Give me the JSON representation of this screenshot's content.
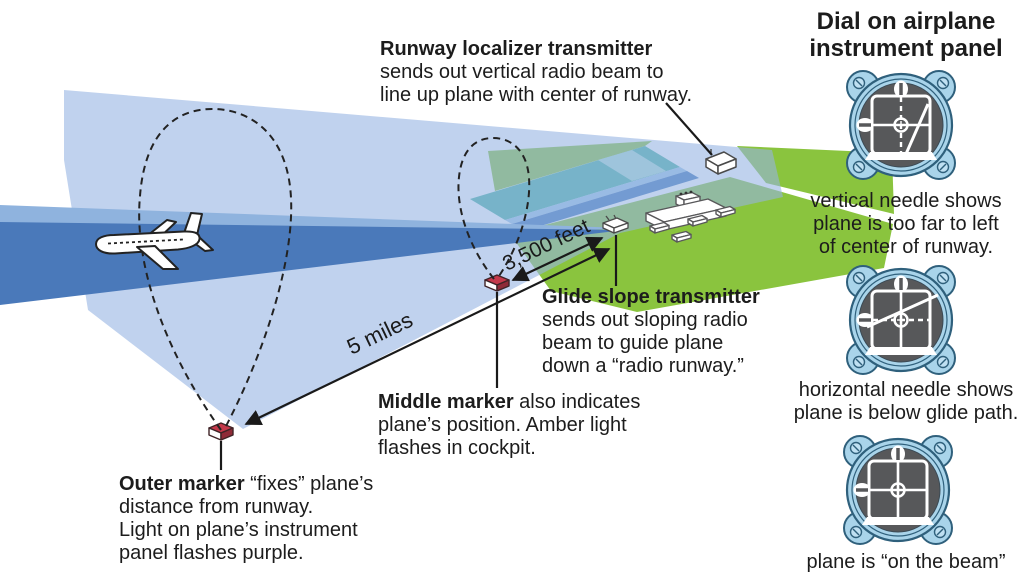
{
  "colors": {
    "beam_light": "#c9daf0",
    "beam_medium": "#8fb3de",
    "beam_dark": "#4a79ba",
    "grass_green": "#8ac43e",
    "runway_teal": "#49b2a2",
    "runway_blue": "#4076ba",
    "marker_red": "#c4394a",
    "dial_bezel_blue": "#a9d4ea",
    "dial_face_gray": "#57585a",
    "text": "#1c1c1c"
  },
  "icons": {
    "airplane": "airplane-side-view",
    "outer_marker": "red-marker-box",
    "middle_marker": "red-marker-box",
    "localizer_transmitter": "white-transmitter-box",
    "glide_slope_transmitter": "white-transmitter-box",
    "dials": "cockpit-instrument-dial"
  },
  "annotations": {
    "localizer": {
      "title": "Runway localizer transmitter",
      "line2": "sends out vertical radio beam to",
      "line3": "line up plane with center of runway."
    },
    "glide_slope": {
      "title": "Glide slope transmitter",
      "line2": "sends out sloping radio",
      "line3": "beam to guide plane",
      "line4": "down a “radio runway.”"
    },
    "middle_marker": {
      "title": "Middle marker",
      "title_rest": " also indicates",
      "line2": "plane’s position. Amber light",
      "line3": "flashes in cockpit."
    },
    "outer_marker": {
      "title": "Outer marker",
      "title_rest": " “fixes” plane’s",
      "line2": "distance from runway.",
      "line3": "Light on plane’s instrument",
      "line4": "panel flashes purple."
    },
    "distance_outer": "5 miles",
    "distance_middle": "3,500 feet"
  },
  "panel": {
    "heading1": "Dial on airplane",
    "heading2": "instrument panel",
    "captions": {
      "dial1": [
        "vertical needle shows",
        "plane is too far to left",
        "of center of runway."
      ],
      "dial2": [
        "horizontal needle shows",
        "plane is below glide path."
      ],
      "dial3": [
        "plane is “on the beam”"
      ]
    }
  }
}
